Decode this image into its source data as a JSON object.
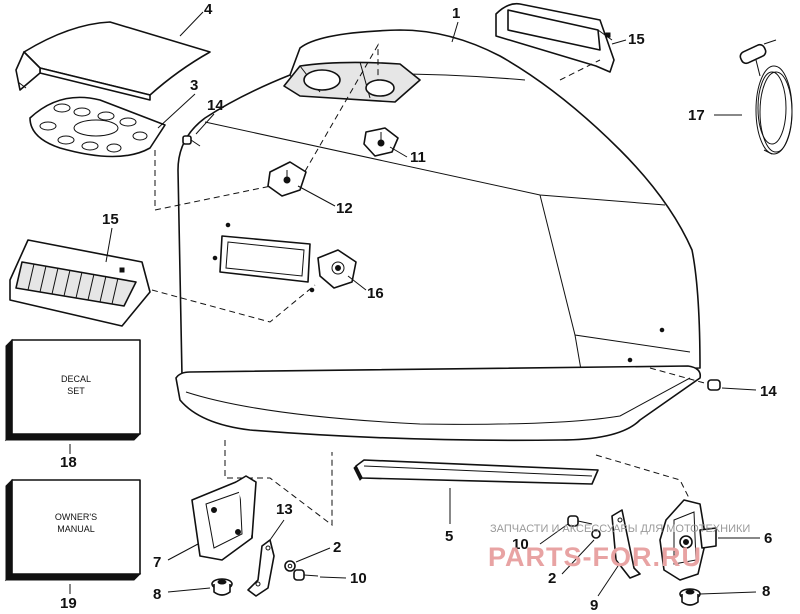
{
  "callouts": {
    "c1": "1",
    "c2a": "2",
    "c2b": "2",
    "c3": "3",
    "c4": "4",
    "c5": "5",
    "c6": "6",
    "c7": "7",
    "c8a": "8",
    "c8b": "8",
    "c9": "9",
    "c10a": "10",
    "c10b": "10",
    "c11": "11",
    "c12": "12",
    "c13": "13",
    "c14a": "14",
    "c14b": "14",
    "c15a": "15",
    "c15b": "15",
    "c16": "16",
    "c17": "17",
    "c18": "18",
    "c19": "19"
  },
  "books": {
    "decal_line1": "DECAL",
    "decal_line2": "SET",
    "manual_line1": "OWNER'S",
    "manual_line2": "MANUAL"
  },
  "watermark": {
    "caption": "ЗАПЧАСТИ И АКСЕССУАРЫ ДЛЯ МОТОТЕХНИКИ",
    "brand": "PARTS-FOR.RU"
  }
}
